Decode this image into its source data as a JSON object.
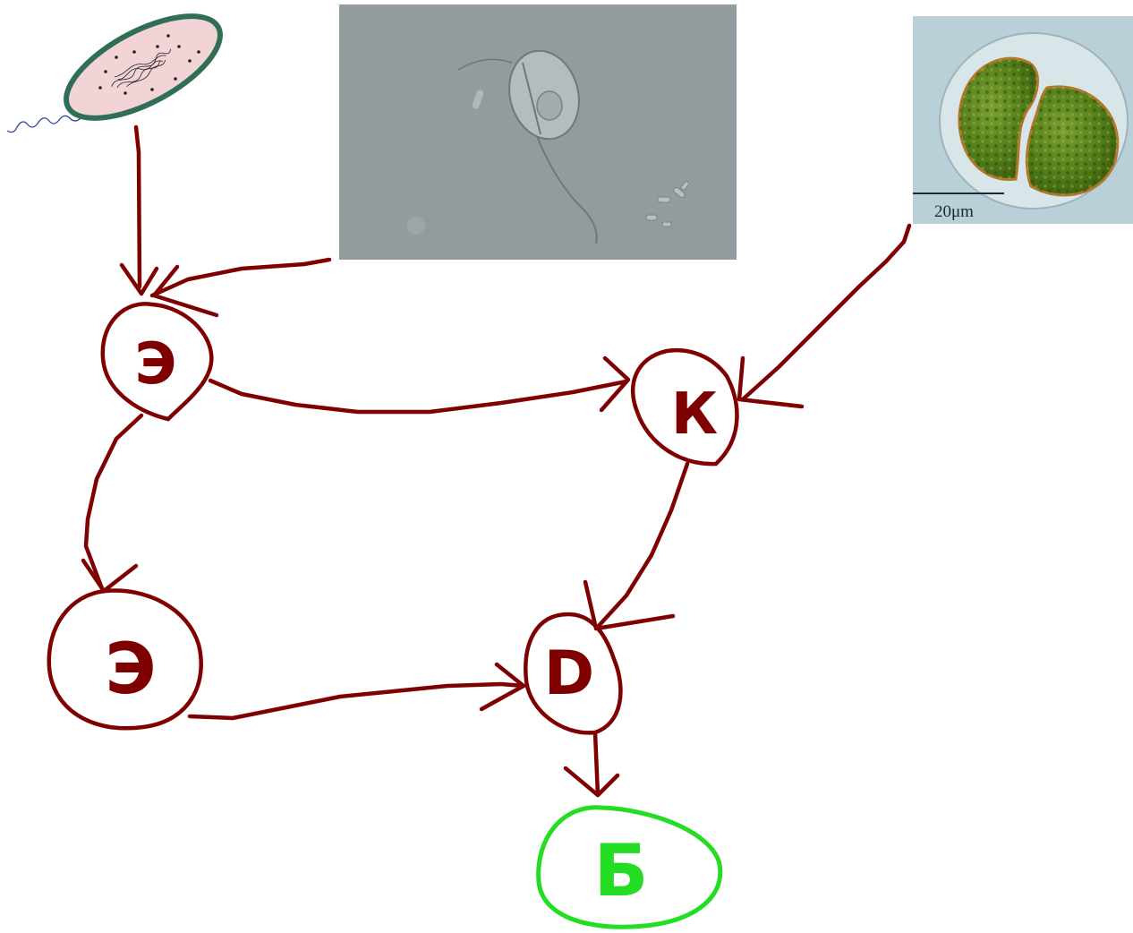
{
  "diagram": {
    "nodes": [
      {
        "id": "E1",
        "label": "Э",
        "color": "#8b0000"
      },
      {
        "id": "K",
        "label": "К",
        "color": "#8b0000"
      },
      {
        "id": "E2",
        "label": "Э",
        "color": "#8b0000"
      },
      {
        "id": "D",
        "label": "D",
        "color": "#8b0000"
      },
      {
        "id": "B",
        "label": "Б",
        "color": "#22dd22"
      }
    ],
    "edges": [
      {
        "from": "bacterium-image",
        "to": "E1"
      },
      {
        "from": "protist-image",
        "to": "E1"
      },
      {
        "from": "algae-image",
        "to": "K"
      },
      {
        "from": "E1",
        "to": "K"
      },
      {
        "from": "E1",
        "to": "E2"
      },
      {
        "from": "K",
        "to": "D"
      },
      {
        "from": "E2",
        "to": "D"
      },
      {
        "from": "D",
        "to": "B"
      }
    ],
    "images": {
      "algae_scale_label": "20μm"
    },
    "colors": {
      "arrow": "#7f0000",
      "final_node": "#22dd22",
      "protist_bg": "#8e999b",
      "algae_bg": "#b9d0d8",
      "algae_cell": "#5f8a1f",
      "bacterium_fill": "#f2d3d6",
      "bacterium_outline": "#2f6f55"
    }
  }
}
